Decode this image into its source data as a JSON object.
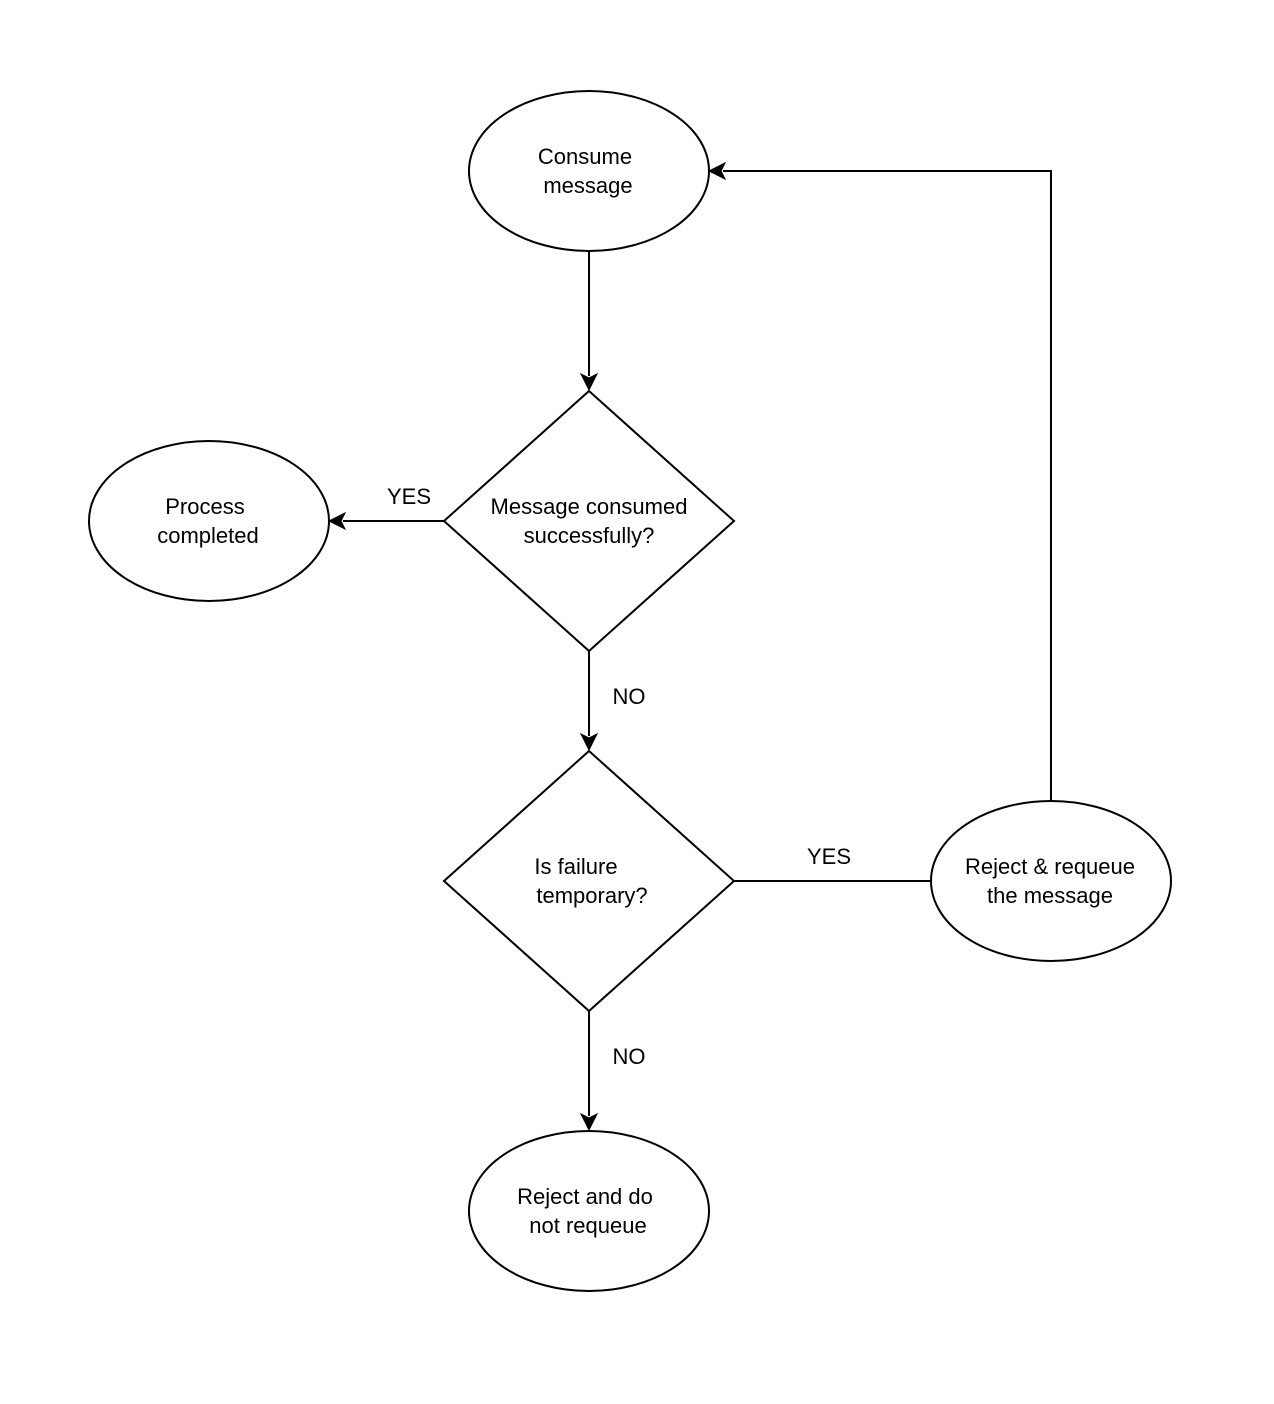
{
  "diagram": {
    "nodes": {
      "consume": {
        "line1": "Consume",
        "line2": "message"
      },
      "decision_success": {
        "line1": "Message consumed",
        "line2": "successfully?"
      },
      "completed": {
        "line1": "Process",
        "line2": "completed"
      },
      "decision_temporary": {
        "line1": "Is failure",
        "line2": "temporary?"
      },
      "requeue": {
        "line1": "Reject & requeue",
        "line2": "the message"
      },
      "no_requeue": {
        "line1": "Reject and do",
        "line2": "not requeue"
      }
    },
    "edges": {
      "success_yes": "YES",
      "success_no": "NO",
      "temporary_yes": "YES",
      "temporary_no": "NO"
    }
  }
}
